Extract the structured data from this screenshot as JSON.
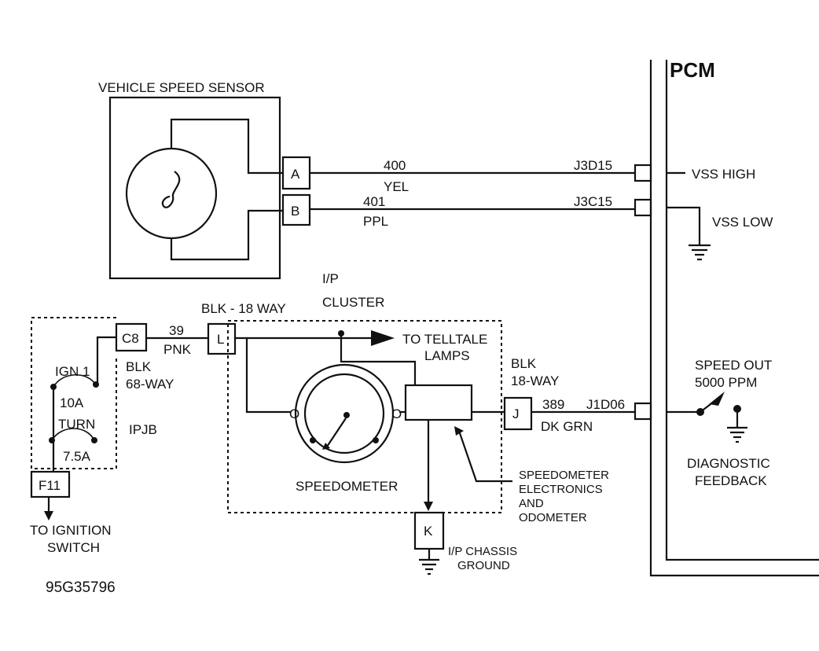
{
  "figure_id": "95G35796",
  "pcm": {
    "title": "PCM",
    "vss_high": "VSS HIGH",
    "vss_low": "VSS LOW"
  },
  "sensor": {
    "title": "VEHICLE SPEED SENSOR",
    "pin_a": "A",
    "pin_b": "B"
  },
  "wire_400": {
    "circuit": "400",
    "color": "YEL",
    "terminal": "J3D15"
  },
  "wire_401": {
    "circuit": "401",
    "color": "PPL",
    "terminal": "J3C15"
  },
  "ipjb": {
    "label": "IPJB",
    "connector_c8": "C8",
    "connector_c8_desc_1": "BLK",
    "connector_c8_desc_2": "68-WAY",
    "ign1": "IGN 1",
    "ign1_fuse": "10A",
    "turn": "TURN",
    "turn_fuse": "7.5A",
    "f11": "F11",
    "to_ignition_1": "TO IGNITION",
    "to_ignition_2": "SWITCH"
  },
  "wire_39": {
    "circuit": "39",
    "color": "PNK"
  },
  "connector_l": {
    "label": "L",
    "desc": "BLK - 18 WAY"
  },
  "cluster": {
    "title_1": "I/P",
    "title_2": "CLUSTER",
    "telltale_1": "TO TELLTALE",
    "telltale_2": "LAMPS",
    "speedometer": "SPEEDOMETER",
    "electronics_1": "SPEEDOMETER",
    "electronics_2": "ELECTRONICS",
    "electronics_3": "AND",
    "electronics_4": "ODOMETER",
    "terminal_left": "O",
    "terminal_right": "O"
  },
  "connector_j": {
    "label": "J",
    "desc_1": "BLK",
    "desc_2": "18-WAY"
  },
  "wire_389": {
    "circuit": "389",
    "color": "DK GRN",
    "terminal": "J1D06"
  },
  "connector_k": {
    "label": "K",
    "desc_1": "I/P CHASSIS",
    "desc_2": "GROUND"
  },
  "speed_out": {
    "line_1": "SPEED OUT",
    "line_2": "5000 PPM",
    "diag_1": "DIAGNOSTIC",
    "diag_2": "FEEDBACK"
  }
}
